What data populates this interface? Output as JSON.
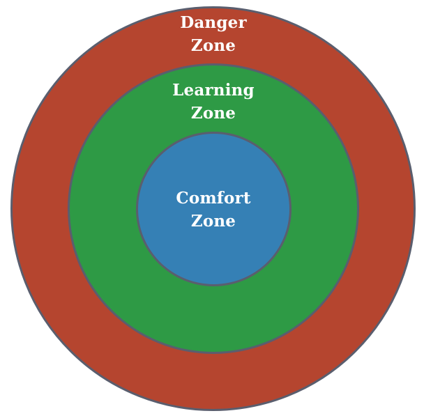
{
  "diagram": {
    "type": "concentric-circles",
    "colors": {
      "outer": "#b5452f",
      "middle": "#2e9a45",
      "inner": "#3580b5",
      "border": "#5a5e6e",
      "text": "#ffffff"
    },
    "zones": [
      {
        "id": "danger",
        "line1": "Danger",
        "line2": "Zone"
      },
      {
        "id": "learning",
        "line1": "Learning",
        "line2": "Zone"
      },
      {
        "id": "comfort",
        "line1": "Comfort",
        "line2": "Zone"
      }
    ]
  }
}
